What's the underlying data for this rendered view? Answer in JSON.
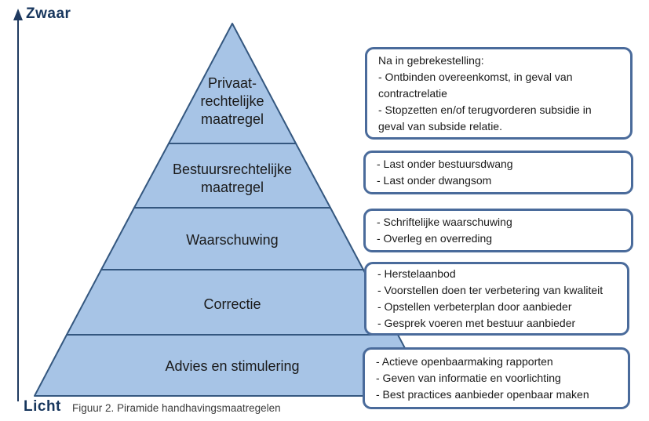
{
  "figure": {
    "axis_top_label": "Zwaar",
    "axis_bottom_label": "Licht",
    "caption": "Figuur 2. Piramide handhavingsmaatregelen"
  },
  "colors": {
    "pyramid_fill": "#a7c4e6",
    "pyramid_border": "#34577f",
    "callout_border": "#4a6b9b",
    "axis_color": "#1f3a60",
    "axis_label_color": "#17365d",
    "text_color": "#1a1a1a"
  },
  "pyramid": {
    "levels": [
      {
        "name": "privaatrechtelijke-maatregel",
        "lines": [
          "Privaat-",
          "rechtelijke",
          "maatregel"
        ]
      },
      {
        "name": "bestuursrechtelijke-maatregel",
        "lines": [
          "Bestuursrechtelijke",
          "maatregel"
        ]
      },
      {
        "name": "waarschuwing",
        "lines": [
          "Waarschuwing"
        ]
      },
      {
        "name": "correctie",
        "lines": [
          "Correctie"
        ]
      },
      {
        "name": "advies-en-stimulering",
        "lines": [
          "Advies en stimulering"
        ]
      }
    ]
  },
  "callouts": [
    {
      "lines": [
        "Na in gebrekestelling:",
        "- Ontbinden overeenkomst, in geval van contractrelatie",
        "- Stopzetten en/of terugvorderen subsidie in geval van subside relatie."
      ]
    },
    {
      "lines": [
        "- Last onder bestuursdwang",
        "- Last onder dwangsom"
      ]
    },
    {
      "lines": [
        "- Schriftelijke waarschuwing",
        "- Overleg en overreding"
      ]
    },
    {
      "lines": [
        "- Herstelaanbod",
        "- Voorstellen doen ter verbetering van kwaliteit",
        "- Opstellen verbeterplan door aanbieder",
        "- Gesprek voeren met bestuur aanbieder"
      ]
    },
    {
      "lines": [
        "- Actieve openbaarmaking rapporten",
        "- Geven van informatie en voorlichting",
        "- Best practices aanbieder openbaar maken"
      ]
    }
  ]
}
